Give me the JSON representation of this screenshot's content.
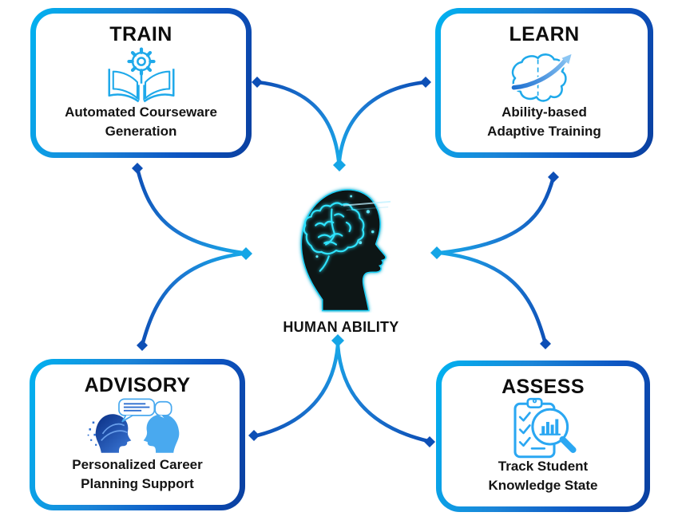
{
  "center": {
    "label": "HUMAN ABILITY",
    "image": "human-head-with-glowing-brain"
  },
  "cards": [
    {
      "id": "train",
      "title": "TRAIN",
      "subtitle_line1": "Automated Courseware",
      "subtitle_line2": "Generation",
      "icon": "book-gear-icon"
    },
    {
      "id": "learn",
      "title": "LEARN",
      "subtitle_line1": "Ability-based",
      "subtitle_line2": "Adaptive Training",
      "icon": "brain-growth-arrow-icon"
    },
    {
      "id": "advisory",
      "title": "ADVISORY",
      "subtitle_line1": "Personalized Career",
      "subtitle_line2": "Planning Support",
      "icon": "ai-human-dialogue-icon"
    },
    {
      "id": "assess",
      "title": "ASSESS",
      "subtitle_line1": "Track Student",
      "subtitle_line2": "Knowledge State",
      "icon": "checklist-magnifier-chart-icon"
    }
  ],
  "colors": {
    "background": "#ffffff",
    "card_border_gradient_start": "#00b2f0",
    "card_border_gradient_end": "#0a3f9f",
    "connector_dark_blue": "#0d4fb6",
    "connector_light_blue": "#17a8e8",
    "diamond_dark": "#0d4fb6",
    "diamond_light": "#14a5e6",
    "icon_azure": "#1fa9ea",
    "head_glow_cyan": "#2ee4ff",
    "text": "#111111"
  }
}
